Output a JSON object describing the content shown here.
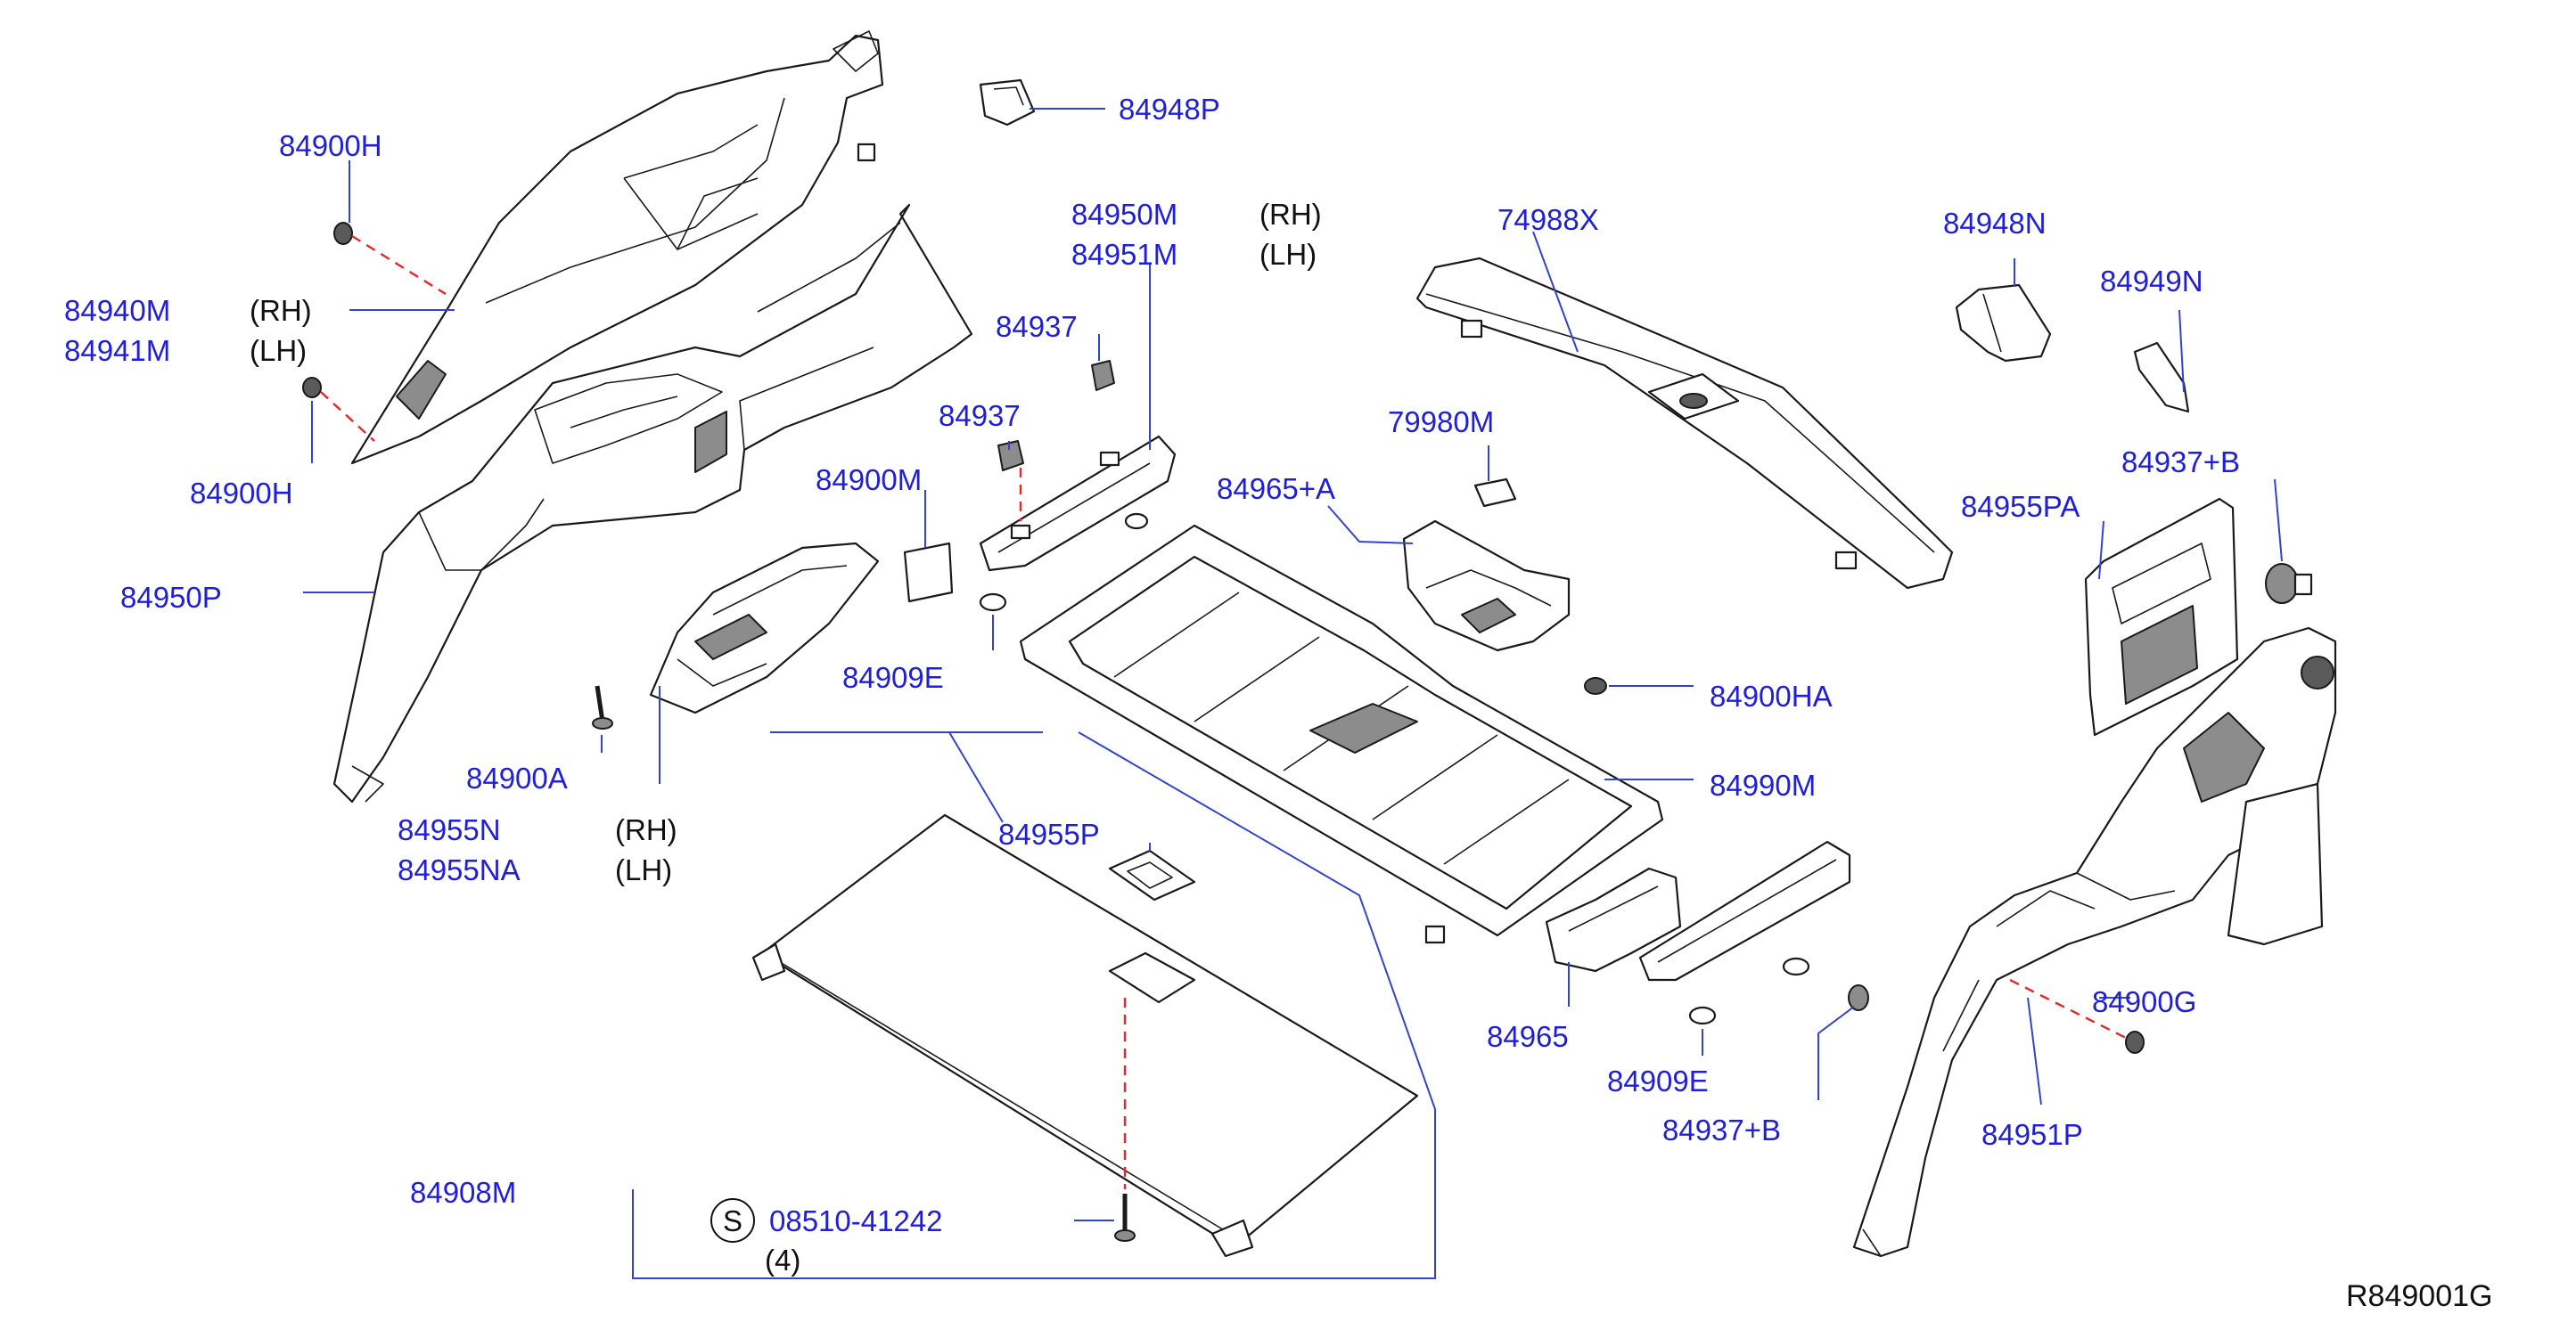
{
  "figure_code": "R849001G",
  "labels": {
    "p84948P": "84948P",
    "p84900H_top": "84900H",
    "p84940M": "84940M",
    "p84941M": "84941M",
    "p84900H_bottom": "84900H",
    "p84950P": "84950P",
    "p84900A": "84900A",
    "p84955N": "84955N",
    "p84955NA": "84955NA",
    "p84950M": "84950M",
    "p84951M": "84951M",
    "p84937_upper": "84937",
    "p84937_lower": "84937",
    "p84900M": "84900M",
    "p84909E_left": "84909E",
    "p74988X": "74988X",
    "p79980M": "79980M",
    "p84965A": "84965+A",
    "p84900HA": "84900HA",
    "p84990M": "84990M",
    "p84955P": "84955P",
    "p84965": "84965",
    "p84909E_right": "84909E",
    "p84937B_bottom": "84937+B",
    "p84908M": "84908M",
    "p08510": "08510-41242",
    "p84948N": "84948N",
    "p84949N": "84949N",
    "p84937B_top": "84937+B",
    "p84955PA": "84955PA",
    "p84900G": "84900G",
    "p84951P": "84951P"
  },
  "side_markers": {
    "rh": "(RH)",
    "lh": "(LH)"
  },
  "screw_spec": {
    "symbol": "S",
    "quantity": "(4)"
  },
  "colors": {
    "label": "#1f1fd9",
    "leader": "#3344cc",
    "hidden_line": "#e8262a",
    "outline": "#1a1a1a",
    "shading": "#8c8c8c"
  }
}
